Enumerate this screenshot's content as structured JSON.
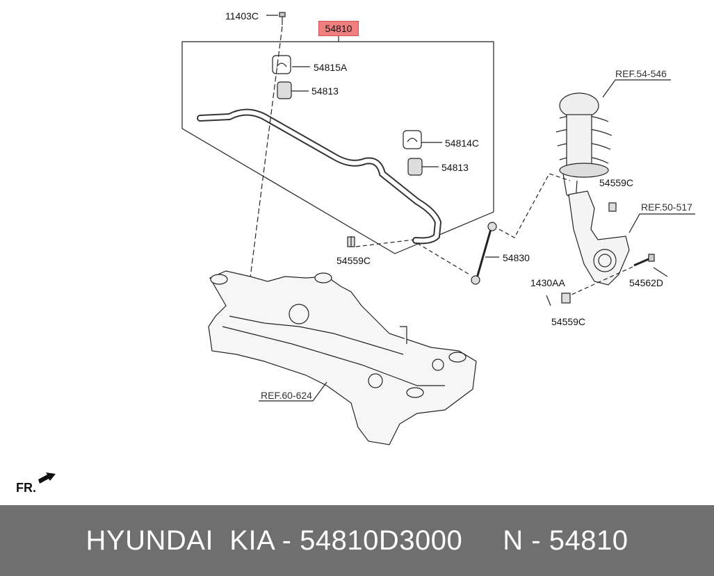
{
  "diagram": {
    "main_part": "54810",
    "labels": {
      "p11403c": "11403C",
      "p54815a": "54815A",
      "p54813_a": "54813",
      "p54814c": "54814C",
      "p54813_b": "54813",
      "p54559c_a": "54559C",
      "p54830": "54830",
      "p54559c_b": "54559C",
      "p1430aa": "1430AA",
      "p54562d": "54562D",
      "p54559c_c": "54559C"
    },
    "refs": {
      "ref54546": "REF.54-546",
      "ref50517": "REF.50-517",
      "ref60624": "REF.60-624"
    },
    "front_indicator": "FR."
  },
  "footer": {
    "text": "HYUNDAI  KIA - 54810D3000     N - 54810"
  },
  "colors": {
    "highlight": "#f08080",
    "footer_bg": "#6f6f6f",
    "line": "#222222"
  }
}
